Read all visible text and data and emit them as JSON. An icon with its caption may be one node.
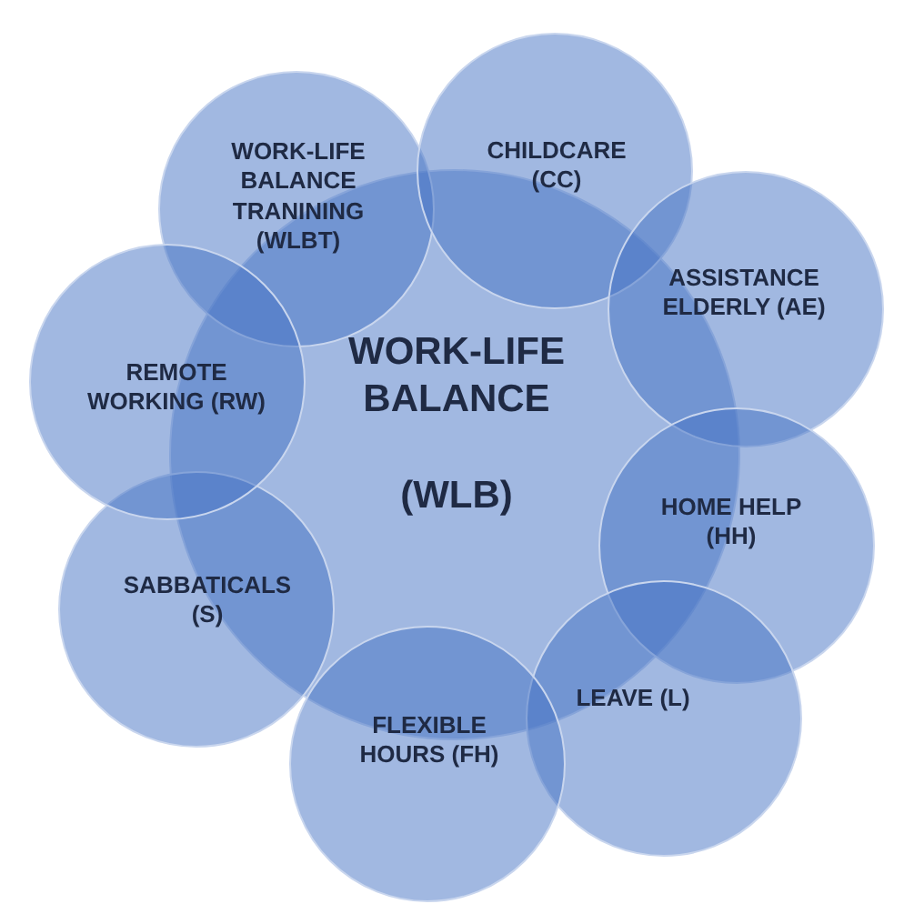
{
  "diagram": {
    "nodes": [
      {
        "text": [
          "WORK-LIFE BALANCE",
          "(WLB)"
        ]
      },
      {
        "text": [
          "WORK-LIFE BALANCE TRANINING (WLBT)"
        ]
      },
      {
        "text": [
          "CHILDCARE (CC)"
        ]
      },
      {
        "text": [
          "ASSISTANCE ELDERLY (AE)"
        ]
      },
      {
        "text": [
          "HOME HELP (HH)"
        ]
      },
      {
        "text": [
          "LEAVE (L)"
        ]
      },
      {
        "text": [
          "FLEXIBLE HOURS (FH)"
        ]
      },
      {
        "text": [
          "SABBATICALS (S)"
        ]
      },
      {
        "text": [
          "REMOTE WORKING (RW)"
        ]
      }
    ]
  }
}
